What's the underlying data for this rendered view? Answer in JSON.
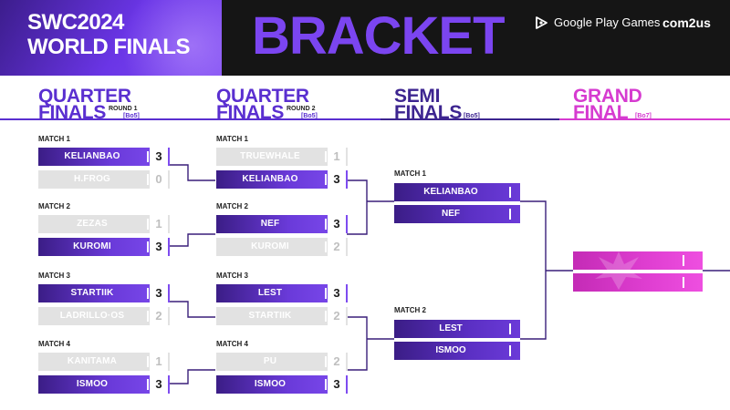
{
  "header": {
    "logo_line1": "SWC2024",
    "logo_line2": "WORLD FINALS",
    "title": "BRACKET",
    "sponsor1": "Google Play Games",
    "sponsor2": "com2us"
  },
  "rounds": {
    "qf1": {
      "line1": "QUARTER",
      "line2": "FINALS",
      "sub1": "ROUND 1",
      "sub2": "[Bo5]",
      "color": "#5a2fd0"
    },
    "qf2": {
      "line1": "QUARTER",
      "line2": "FINALS",
      "sub1": "ROUND 2",
      "sub2": "[Bo5]",
      "color": "#5a2fd0"
    },
    "semi": {
      "line1": "SEMI",
      "line2": "FINALS",
      "sub": "[Bo5]",
      "color": "#4a2aa8"
    },
    "grand": {
      "line1": "GRAND",
      "line2": "FINAL",
      "sub": "[Bo7]",
      "color": "#d63bd0"
    }
  },
  "qf1": [
    {
      "label": "MATCH 1",
      "p1": {
        "name": "KELIANBAO",
        "score": "3",
        "win": true
      },
      "p2": {
        "name": "H.FROG",
        "score": "0",
        "win": false
      }
    },
    {
      "label": "MATCH 2",
      "p1": {
        "name": "ZEZAS",
        "score": "1",
        "win": false
      },
      "p2": {
        "name": "KUROMI",
        "score": "3",
        "win": true
      }
    },
    {
      "label": "MATCH 3",
      "p1": {
        "name": "STARTIIK",
        "score": "3",
        "win": true
      },
      "p2": {
        "name": "LADRILLO·OS",
        "score": "2",
        "win": false
      }
    },
    {
      "label": "MATCH 4",
      "p1": {
        "name": "KANITAMA",
        "score": "1",
        "win": false
      },
      "p2": {
        "name": "ISMOO",
        "score": "3",
        "win": true
      }
    }
  ],
  "qf2": [
    {
      "label": "MATCH 1",
      "p1": {
        "name": "TRUEWHALE",
        "score": "1",
        "win": false
      },
      "p2": {
        "name": "KELIANBAO",
        "score": "3",
        "win": true
      }
    },
    {
      "label": "MATCH 2",
      "p1": {
        "name": "NEF",
        "score": "3",
        "win": true
      },
      "p2": {
        "name": "KUROMI",
        "score": "2",
        "win": false
      }
    },
    {
      "label": "MATCH 3",
      "p1": {
        "name": "LEST",
        "score": "3",
        "win": true
      },
      "p2": {
        "name": "STARTIIK",
        "score": "2",
        "win": false
      }
    },
    {
      "label": "MATCH 4",
      "p1": {
        "name": "PU",
        "score": "2",
        "win": false
      },
      "p2": {
        "name": "ISMOO",
        "score": "3",
        "win": true
      }
    }
  ],
  "semi": [
    {
      "label": "MATCH 1",
      "p1": "KELIANBAO",
      "p2": "NEF"
    },
    {
      "label": "MATCH 2",
      "p1": "LEST",
      "p2": "ISMOO"
    }
  ],
  "colors": {
    "header_bg": "#151515",
    "accent_purple": "#7b45f0",
    "win_row": "#6a3ad9",
    "lose_row": "#e2e2e2",
    "grand_pink": "#e03fd2",
    "connector": "#3a1f7a"
  }
}
